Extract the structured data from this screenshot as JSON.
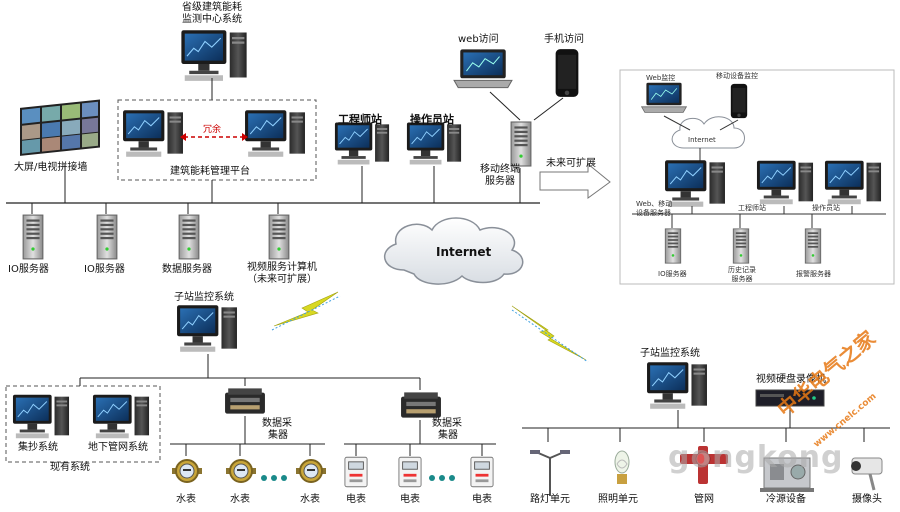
{
  "top_system": {
    "line1": "省级建筑能耗",
    "line2": "监测中心系统"
  },
  "web_access": "web访问",
  "mobile_access": "手机访问",
  "video_wall": "大屏/电视拼接墙",
  "redundancy": "冗余",
  "platform": "建筑能耗管理平台",
  "engineer_station": "工程师站",
  "operator_station": "操作员站",
  "mobile_server": {
    "line1": "移动终端",
    "line2": "服务器"
  },
  "future_expand": "未来可扩展",
  "expansion_panel": {
    "web_monitor": "Web监控",
    "mobile_monitor": "移动设备监控",
    "internet": "Internet",
    "web_mobile_server": {
      "line1": "Web、移动",
      "line2": "设备服务器"
    },
    "engineer": "工程师站",
    "operator": "操作员站",
    "io_server": "IO服务器",
    "history_server": {
      "line1": "历史记录",
      "line2": "服务器"
    },
    "alarm_server": "报警服务器"
  },
  "servers": [
    "IO服务器",
    "IO服务器",
    "数据服务器"
  ],
  "video_server": {
    "line1": "视频服务计算机",
    "line2": "（未来可扩展）"
  },
  "internet": "Internet",
  "substation_left": "子站监控系统",
  "substation_right": "子站监控系统",
  "nvr": "视频硬盘录像机",
  "existing": {
    "meter_reading": "集抄系统",
    "pipe_network": "地下管网系统",
    "label": "现有系统"
  },
  "collector1": {
    "line1": "数据采",
    "line2": "集器"
  },
  "collector2": {
    "line1": "数据采",
    "line2": "集器"
  },
  "water_meters": [
    "水表",
    "水表",
    "水表"
  ],
  "electric_meters": [
    "电表",
    "电表",
    "电表"
  ],
  "devices": [
    "路灯单元",
    "照明单元",
    "管网",
    "冷源设备",
    "摄像头"
  ],
  "watermark": {
    "brand": "gongkong",
    "cn": "中华电气之家",
    "url": "www.cnelc.com"
  }
}
